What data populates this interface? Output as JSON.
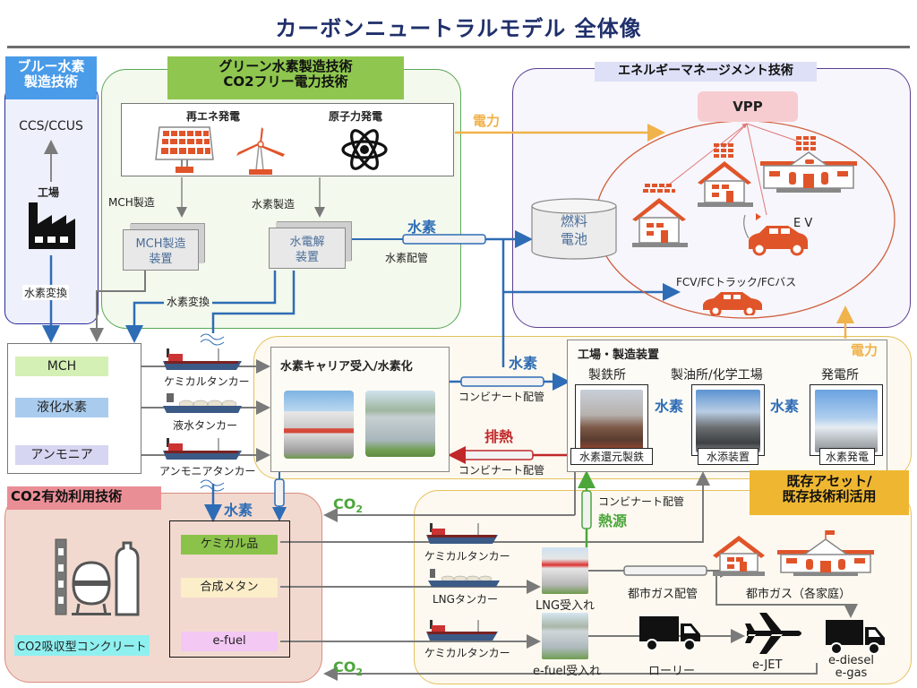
{
  "title": "カーボンニュートラルモデル 全体像",
  "colors": {
    "title": "#1f2f6b",
    "blue_flow": "#2e6cb5",
    "power_flow": "#f0b24a",
    "exhaust_heat": "#c0282a",
    "heat_source": "#4ca63c",
    "co2": "#4ca63c",
    "house_orange": "#e0542a",
    "green_region": "#5aa85a",
    "purple_region": "#5b3e8f",
    "yellow_region": "#e5c25b",
    "co2_region": "#d98c7e"
  },
  "blue_hydrogen": {
    "tag": [
      "ブルー水素",
      "製造技術"
    ],
    "ccs": "CCS/CCUS",
    "factory": "工場",
    "conversion": "水素変換"
  },
  "green_hydrogen": {
    "tag": [
      "グリーン水素製造技術",
      "CO2フリー電力技術"
    ],
    "renewable": "再エネ発電",
    "nuclear": "原子力発電",
    "mch_production_label": "MCH製造",
    "h2_production_label": "水素製造",
    "mch_unit": [
      "MCH製造",
      "装置"
    ],
    "electrolysis_unit": [
      "水電解",
      "装置"
    ],
    "conversion": "水素変換",
    "hydrogen": "水素",
    "h2_pipe": "水素配管",
    "power": "電力"
  },
  "energy_management": {
    "tag": "エネルギーマネージメント技術",
    "vpp": "VPP",
    "fuel_cell": [
      "燃料",
      "電池"
    ],
    "ev": "E V",
    "fcv": "FCV/FCトラック/FCバス"
  },
  "carriers": {
    "items": [
      {
        "label": "MCH",
        "color": "#d5f0b4",
        "ship": "ケミカルタンカー"
      },
      {
        "label": "液化水素",
        "color": "#a9ccee",
        "ship": "液水タンカー"
      },
      {
        "label": "アンモニア",
        "color": "#d6d6f2",
        "ship": "アンモニアタンカー"
      }
    ]
  },
  "receiving": {
    "title": "水素キャリア受入/水素化",
    "hydrogen": "水素",
    "combinat_pipe_1": "コンビナート配管",
    "exhaust_heat": "排熱",
    "combinat_pipe_2": "コンビナート配管"
  },
  "factory": {
    "title": "工場・製造装置",
    "power": "電力",
    "plants": [
      {
        "name": "製鉄所",
        "caption": "水素還元製鉄"
      },
      {
        "name": "製油所/化学工場",
        "caption": "水添装置"
      },
      {
        "name": "発電所",
        "caption": "水素発電"
      }
    ],
    "h2_link_1": "水素",
    "h2_link_2": "水素"
  },
  "existing_assets": {
    "tag": [
      "既存アセット/",
      "既存技術利活用"
    ],
    "combinat_pipe": "コンビナート配管",
    "heat_source": "熱源",
    "ships": [
      "ケミカルタンカー",
      "LNGタンカー",
      "ケミカルタンカー"
    ],
    "lng_receiving": "LNG受入れ",
    "efuel_receiving": "e-fuel受入れ",
    "city_gas_pipe": "都市ガス配管",
    "city_gas": "都市ガス（各家庭）",
    "lorry": "ローリー",
    "ejet": "e-JET",
    "ediesel": [
      "e-diesel",
      "e-gas"
    ]
  },
  "co2_utilization": {
    "tag": "CO2有効利用技術",
    "hydrogen": "水素",
    "products": [
      {
        "label": "ケミカル品",
        "color": "#8bc34a"
      },
      {
        "label": "合成メタン",
        "color": "#fbeec8"
      },
      {
        "label": "e-fuel",
        "color": "#f3c8f3"
      }
    ],
    "concrete": "CO2吸収型コンクリート",
    "co2_top": "CO",
    "co2_bottom": "CO",
    "co2_sub": "2"
  }
}
